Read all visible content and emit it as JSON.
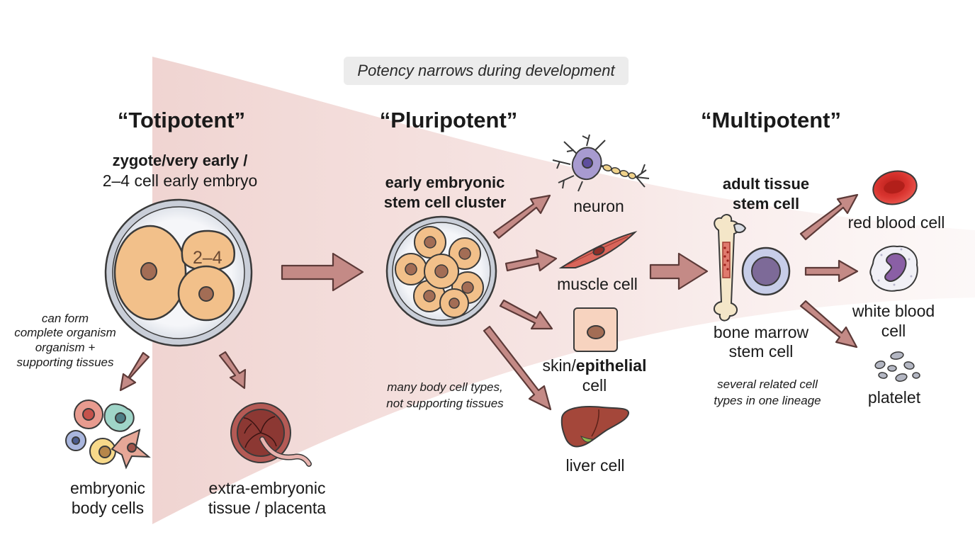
{
  "banner": "Potency narrows during development",
  "stages": {
    "totipotent": {
      "title": "“Totipotent”",
      "subtitle_bold": "zygote/very early /",
      "subtitle": "2–4 cell early embryo",
      "cell_label": "2–4",
      "note": [
        "can form",
        "complete organism",
        "organism +",
        "supporting tissues"
      ],
      "outputs": [
        {
          "line1": "embryonic",
          "line2": "body cells"
        },
        {
          "line1": "extra-embryonic",
          "line2": "tissue / placenta"
        }
      ]
    },
    "pluripotent": {
      "title": "“Pluripotent”",
      "subtitle_line1": "early embryonic",
      "subtitle_line2": "stem cell cluster",
      "note": [
        "many body cell types,",
        "not supporting tissues"
      ],
      "outputs": {
        "neuron": "neuron",
        "muscle": "muscle cell",
        "skin_prefix": "skin/",
        "skin_bold": "epithelial",
        "skin_line2": "cell",
        "liver": "liver cell"
      }
    },
    "multipotent": {
      "title": "“Multipotent”",
      "subtitle_line1": "adult tissue",
      "subtitle_line2": "stem cell",
      "cell_line1": "bone marrow",
      "cell_line2": "stem cell",
      "note": [
        "several related cell",
        "types in one lineage"
      ],
      "outputs": {
        "red": "red blood cell",
        "white_line1": "white blood",
        "white_line2": "cell",
        "platelet": "platelet"
      }
    }
  },
  "colors": {
    "arrow": "#c48a86",
    "arrow_stroke": "#5c3a38",
    "cell_fill": "#f2c08a",
    "nucleus": "#a36d55",
    "funnel": "#f3dcda",
    "red_cell": "#d9342f",
    "neuron": "#a89bd0",
    "muscle": "#d9655a"
  }
}
